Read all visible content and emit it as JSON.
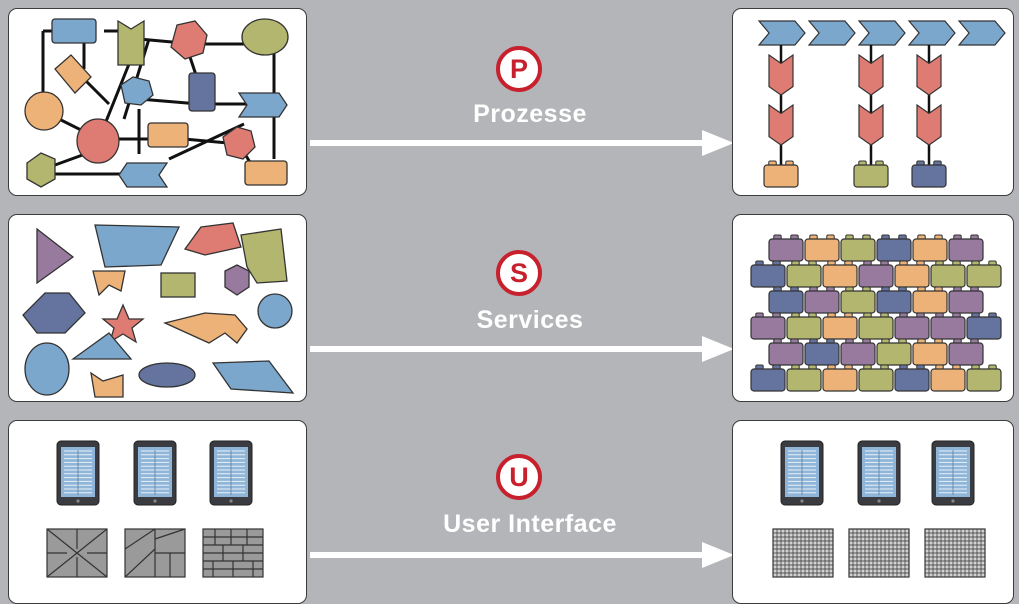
{
  "rows": [
    {
      "key": "process",
      "letter": "P",
      "label": "Prozesse"
    },
    {
      "key": "services",
      "letter": "S",
      "label": "Services"
    },
    {
      "key": "ui",
      "letter": "U",
      "label": "User Interface"
    }
  ],
  "colors": {
    "background": "#b4b5b8",
    "badge_ring": "#c8212e",
    "blue": "#7ba7cc",
    "olive": "#b3b66e",
    "red": "#de7b72",
    "orange": "#edb277",
    "slate": "#64749e",
    "purple": "#977a9e"
  },
  "icons": [
    "tablet-icon",
    "mosaic-tile-icon",
    "grid-tile-icon",
    "puzzle-brick-icon",
    "chevron-arrow-icon"
  ]
}
